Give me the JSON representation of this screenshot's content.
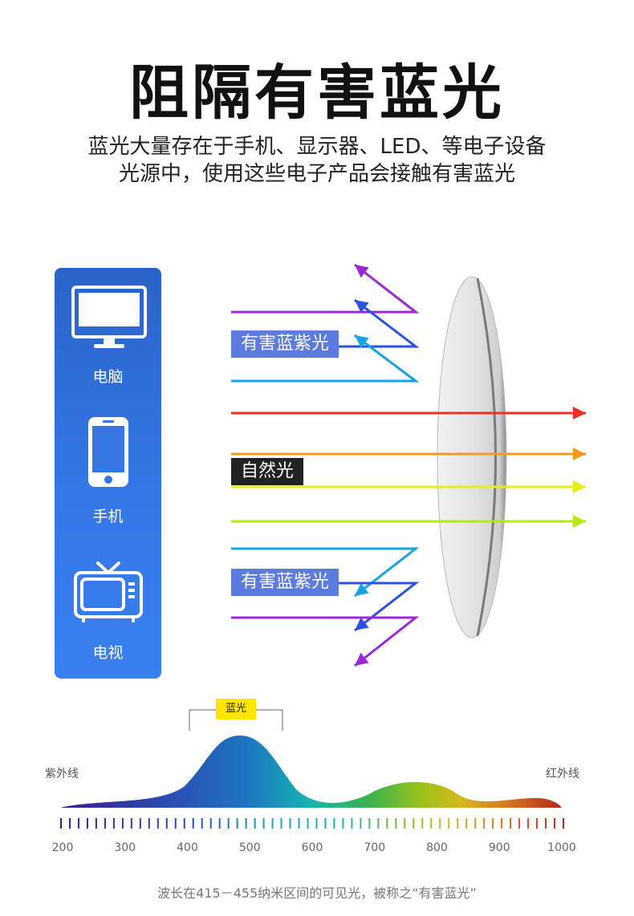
{
  "title": "阻隔有害蓝光",
  "subtitle": {
    "line1": "蓝光大量存在于手机、显示器、LED、等电子设备",
    "line2": "光源中，使用这些电子产品会接触有害蓝光"
  },
  "devices": [
    {
      "label": "电脑",
      "icon": "monitor-icon"
    },
    {
      "label": "手机",
      "icon": "phone-icon"
    },
    {
      "label": "电视",
      "icon": "tv-icon"
    }
  ],
  "labels": {
    "harmful_top": "有害蓝紫光",
    "natural": "自然光",
    "harmful_bottom": "有害蓝紫光"
  },
  "ray_colors": {
    "violet": "#9b27d9",
    "blue": "#2952e0",
    "cyan": "#14a3e8",
    "red": "#ee3022",
    "orange": "#f59a1a",
    "yellow": "#e9ec1a",
    "lime": "#b5e81a"
  },
  "spectrum": {
    "left_label": "紫外线",
    "right_label": "红外线",
    "blue_badge": "蓝光",
    "ticks": [
      "200",
      "300",
      "400",
      "500",
      "600",
      "700",
      "800",
      "900",
      "1000"
    ],
    "caption": "波长在415－455纳米区间的可见光，被称之“有害蓝光”"
  }
}
